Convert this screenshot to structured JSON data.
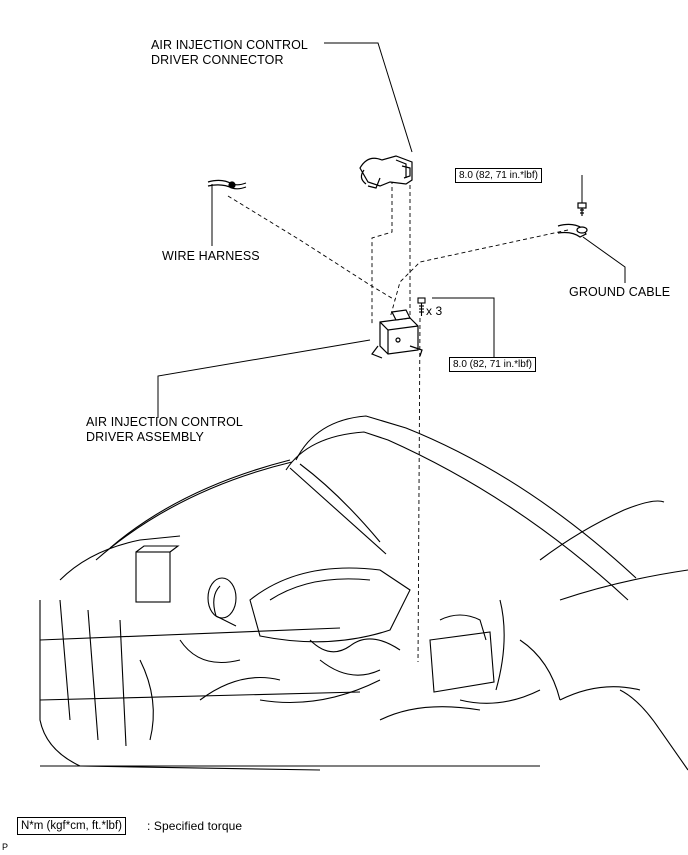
{
  "labels": {
    "connector": "AIR INJECTION CONTROL\nDRIVER CONNECTOR",
    "wire_harness": "WIRE HARNESS",
    "ground_cable": "GROUND CABLE",
    "assembly": "AIR INJECTION CONTROL\nDRIVER ASSEMBLY",
    "bolt_count": "x 3"
  },
  "torque": {
    "ground": "8.0 (82, 71 in.*lbf)",
    "assembly": "8.0 (82, 71 in.*lbf)"
  },
  "legend": {
    "unit_box": "N*m (kgf*cm, ft.*lbf)",
    "description": ": Specified torque"
  },
  "figure_code": "P"
}
